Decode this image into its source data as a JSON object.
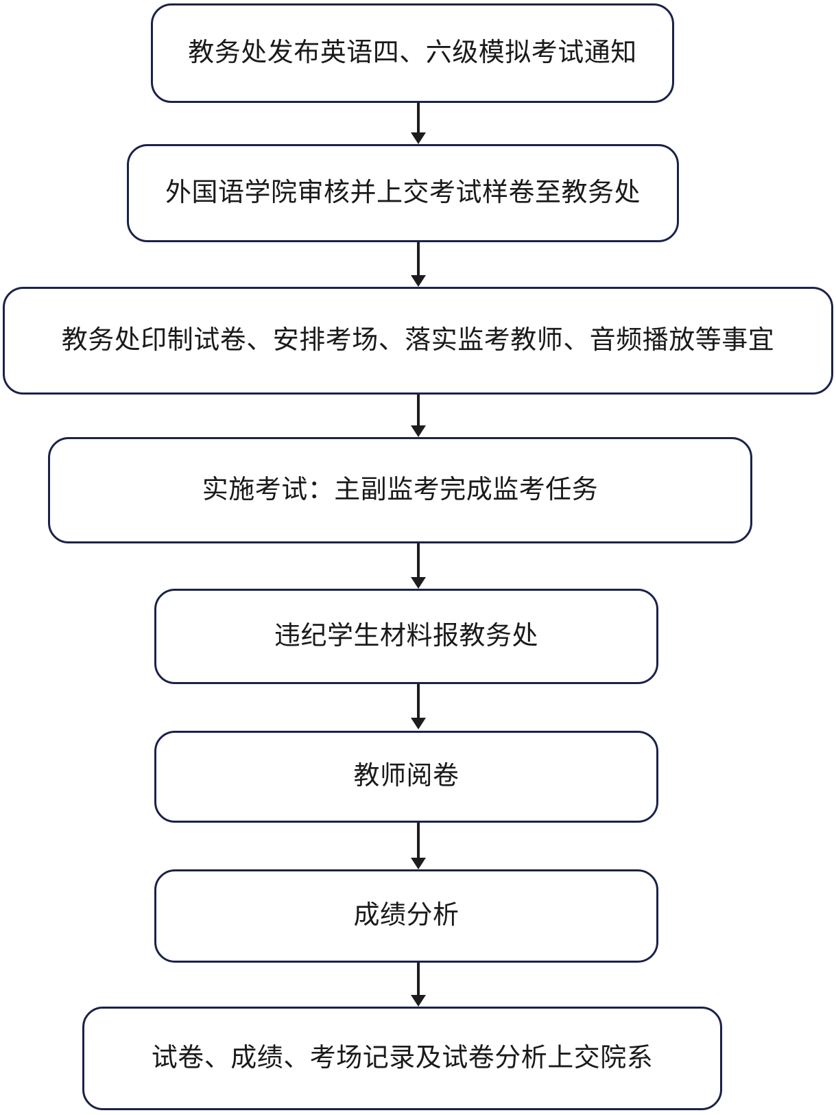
{
  "flowchart": {
    "type": "flowchart",
    "direction": "top-down",
    "nodes": [
      {
        "id": 1,
        "label": "教务处发布英语四、六级模拟考试通知"
      },
      {
        "id": 2,
        "label": "外国语学院审核并上交考试样卷至教务处"
      },
      {
        "id": 3,
        "label": "教务处印制试卷、安排考场、落实监考教师、音频播放等事宜"
      },
      {
        "id": 4,
        "label": "实施考试：主副监考完成监考任务"
      },
      {
        "id": 5,
        "label": "违纪学生材料报教务处"
      },
      {
        "id": 6,
        "label": "教师阅卷"
      },
      {
        "id": 7,
        "label": "成绩分析"
      },
      {
        "id": 8,
        "label": "试卷、成绩、考场记录及试卷分析上交院系"
      }
    ],
    "edges": [
      {
        "from": 1,
        "to": 2,
        "style": "arrow-down"
      },
      {
        "from": 2,
        "to": 3,
        "style": "arrow-down"
      },
      {
        "from": 3,
        "to": 4,
        "style": "arrow-down"
      },
      {
        "from": 4,
        "to": 5,
        "style": "arrow-down"
      },
      {
        "from": 5,
        "to": 6,
        "style": "arrow-down"
      },
      {
        "from": 6,
        "to": 7,
        "style": "arrow-down"
      },
      {
        "from": 7,
        "to": 8,
        "style": "arrow-down"
      }
    ],
    "colors": {
      "node_border": "#1a2248",
      "node_fill": "#ffffff",
      "text": "#1a1a1a",
      "arrow": "#1d1d1d",
      "background": "#ffffff"
    }
  }
}
